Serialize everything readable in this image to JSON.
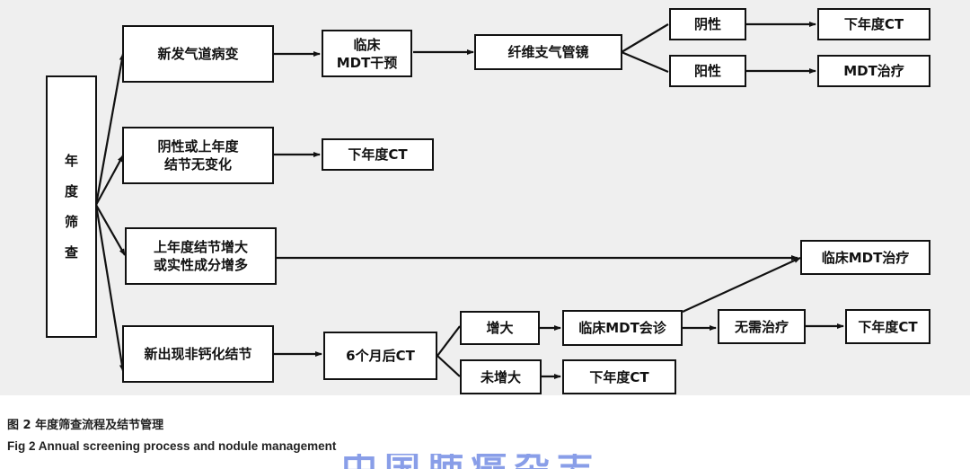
{
  "nodes": {
    "root": "年\n度\n筛\n查",
    "new_airway": "新发气道病变",
    "clinical_mdt_intervene": "临床\nMDT干预",
    "bronchoscopy": "纤维支气管镜",
    "negative": "阴性",
    "positive": "阳性",
    "next_ct_1": "下年度CT",
    "mdt_treatment": "MDT治疗",
    "negative_or_unchanged": "阴性或上年度\n结节无变化",
    "next_ct_2": "下年度CT",
    "nodule_enlarged": "上年度结节增大\n或实性成分增多",
    "clinical_mdt_treatment": "临床MDT治疗",
    "new_noncalcified": "新出现非钙化结节",
    "ct_6months": "6个月后CT",
    "enlarged": "增大",
    "not_enlarged": "未增大",
    "mdt_consult": "临床MDT会诊",
    "no_treatment": "无需治疗",
    "next_ct_3": "下年度CT",
    "next_ct_4": "下年度CT"
  },
  "caption": {
    "cn": "图 2  年度筛查流程及结节管理",
    "en": "Fig 2  Annual screening process and nodule management"
  },
  "watermark": "中国肺癌杂志"
}
